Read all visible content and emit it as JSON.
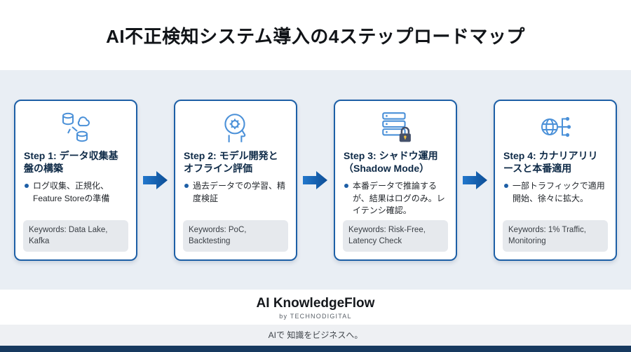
{
  "title": "AI不正検知システム導入の4ステップロードマップ",
  "steps": [
    {
      "icon": "data-collection-icon",
      "title": "Step 1: データ収集基盤の構築",
      "bullet": "ログ収集、正規化、Feature Storeの準備",
      "keywords": "Keywords: Data Lake, Kafka"
    },
    {
      "icon": "ai-model-head-icon",
      "title": "Step 2: モデル開発とオフライン評価",
      "bullet": "過去データでの学習、精度検証",
      "keywords": "Keywords: PoC, Backtesting"
    },
    {
      "icon": "server-lock-icon",
      "title": "Step 3: シャドウ運用（Shadow Mode）",
      "bullet": "本番データで推論するが、結果はログのみ。レイテンシ確認。",
      "keywords": "Keywords: Risk-Free, Latency Check"
    },
    {
      "icon": "globe-network-icon",
      "title": "Step 4: カナリアリリースと本番適用",
      "bullet": "一部トラフィックで適用開始、徐々に拡大。",
      "keywords": "Keywords: 1% Traffic, Monitoring"
    }
  ],
  "footer": {
    "brand": "AI KnowledgeFlow",
    "byline": "by TECHNODIGITAL",
    "tagline": "AIで 知識をビジネスへ。"
  },
  "colors": {
    "card_border": "#1d5fa6",
    "icon_blue": "#4a90d8",
    "arrow_blue": "#1464b4",
    "main_background": "#e9eef4",
    "bottom_bar": "#17395f"
  }
}
